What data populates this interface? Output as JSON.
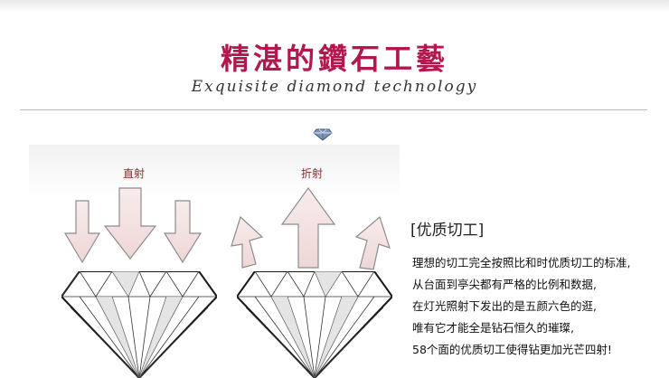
{
  "header": {
    "title_cn": "精湛的鑽石工藝",
    "title_en": "Exquisite diamond technology"
  },
  "illustration": {
    "left_label": "直射",
    "right_label": "折射"
  },
  "section": {
    "heading": "[优质切工]",
    "lines": [
      "理想的切工完全按照比和时优质切工的标准,",
      "从台面到亭尖都有严格的比例和数据,",
      "在灯光照射下发出的是五颜六色的逛,",
      "唯有它才能全是钻石恒久的璀璨,",
      "58个面的优质切工使得钻更加光芒四射!"
    ]
  },
  "colors": {
    "title": "#b3174f",
    "arrow_fill": "#f5e4e4",
    "arrow_stroke": "#8c8c8c"
  },
  "icons": [
    "diamond-gem-icon",
    "down-arrow-icon",
    "up-arrow-icon",
    "diamond-illustration"
  ]
}
